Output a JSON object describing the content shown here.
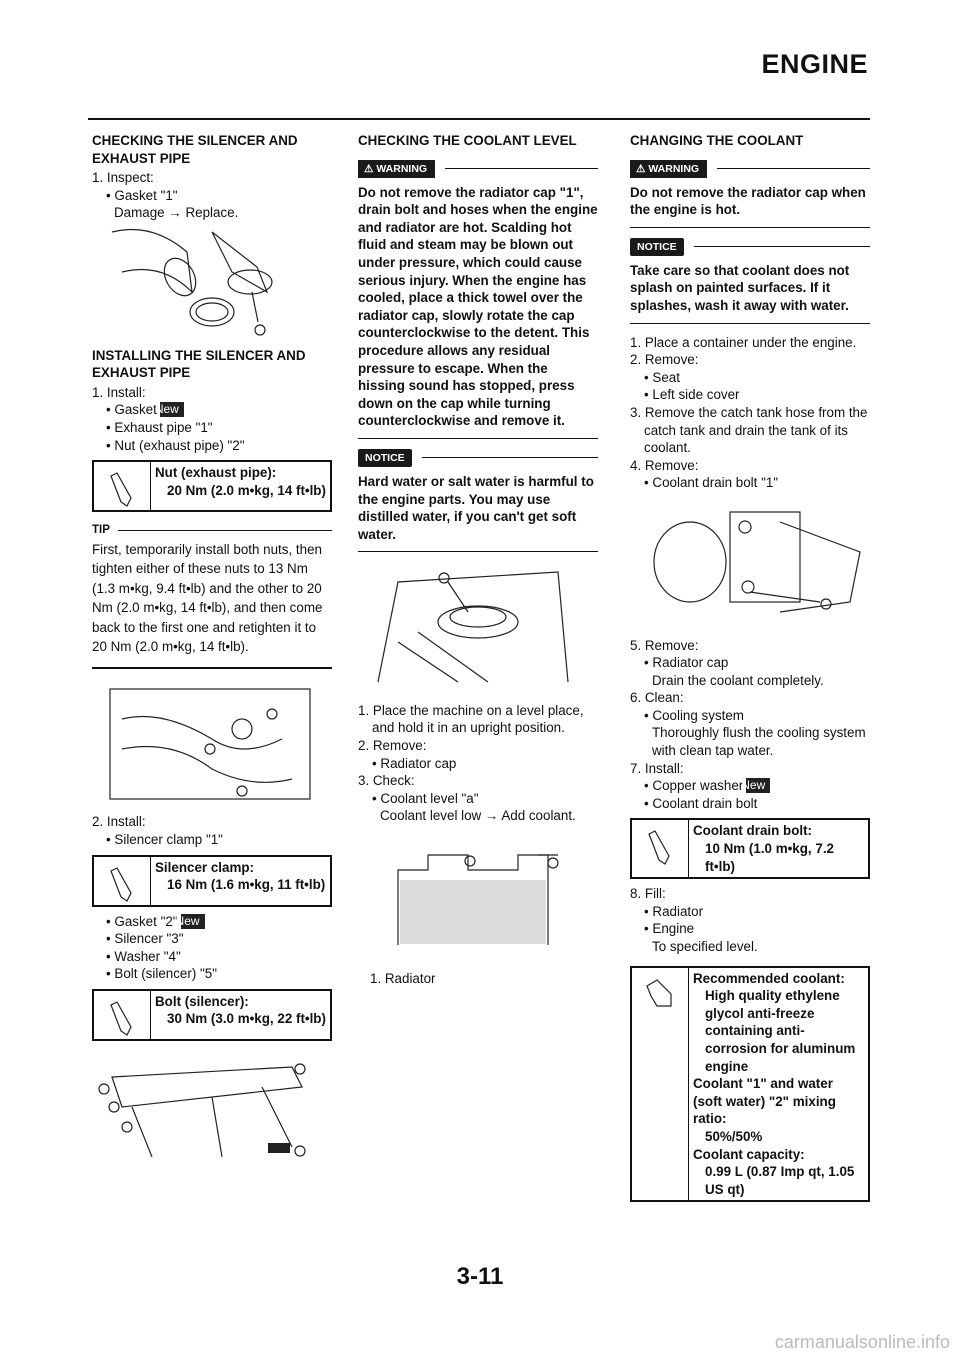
{
  "header": {
    "title": "ENGINE"
  },
  "col1": {
    "sec1_title": "CHECKING THE SILENCER AND EXHAUST PIPE",
    "s1_step1": "1. Inspect:",
    "s1_b1": "Gasket \"1\"",
    "s1_b1_sub": "Damage → Replace.",
    "sec2_title": "INSTALLING THE SILENCER AND EXHAUST PIPE",
    "s2_step1": "1. Install:",
    "s2_b1": "Gasket",
    "s2_b2": "Exhaust pipe \"1\"",
    "s2_b3": "Nut (exhaust pipe) \"2\"",
    "spec1_title": "Nut (exhaust pipe):",
    "spec1_value": "20 Nm (2.0 m•kg, 14 ft•lb)",
    "tip_label": "TIP",
    "tip_text": "First, temporarily install both nuts, then tighten either of these nuts to 13 Nm (1.3 m•kg, 9.4 ft•lb) and the other to 20 Nm (2.0 m•kg, 14 ft•lb), and then come back to the first one and retighten it to 20 Nm (2.0 m•kg, 14 ft•lb).",
    "s2_step2": "2. Install:",
    "s2_b4": "Silencer clamp \"1\"",
    "spec2_title": "Silencer clamp:",
    "spec2_value": "16 Nm (1.6 m•kg, 11 ft•lb)",
    "s2_b5": "Gasket \"2\"",
    "s2_b6": "Silencer \"3\"",
    "s2_b7": "Washer \"4\"",
    "s2_b8": "Bolt (silencer) \"5\"",
    "spec3_title": "Bolt (silencer):",
    "spec3_value": "30 Nm (3.0 m•kg, 22 ft•lb)"
  },
  "col2": {
    "title": "CHECKING THE COOLANT LEVEL",
    "warning_label": "WARNING",
    "warning_text": "Do not remove the radiator cap \"1\", drain bolt and hoses when the engine and radiator are hot. Scalding hot fluid and steam may be blown out under pressure, which could cause serious injury. When the engine has cooled, place a thick towel over the radiator cap, slowly rotate the cap counterclockwise to the detent. This procedure allows any residual pressure to escape. When the hissing sound has stopped, press down on the cap while turning counterclockwise and remove it.",
    "notice_label": "NOTICE",
    "notice_text": "Hard water or salt water is harmful to the engine parts. You may use distilled water, if you can't get soft water.",
    "step1": "1. Place the machine on a level place, and hold it in an upright position.",
    "step2": "2. Remove:",
    "b1": "Radiator cap",
    "step3": "3. Check:",
    "b2": "Coolant level \"a\"",
    "b2_sub": "Coolant level low → Add coolant.",
    "caption": "1. Radiator"
  },
  "col3": {
    "title": "CHANGING THE COOLANT",
    "warning_label": "WARNING",
    "warning_text": "Do not remove the radiator cap when the engine is hot.",
    "notice_label": "NOTICE",
    "notice_text": "Take care so that coolant does not splash on painted surfaces. If it splashes, wash it away with water.",
    "step1": "1. Place a container under the engine.",
    "step2": "2. Remove:",
    "b1": "Seat",
    "b2": "Left side cover",
    "step3": "3. Remove the catch tank hose from the catch tank and drain the tank of its coolant.",
    "step4": "4. Remove:",
    "b3": "Coolant drain bolt \"1\"",
    "step5": "5. Remove:",
    "b4": "Radiator cap",
    "b4_sub": "Drain the coolant completely.",
    "step6": "6. Clean:",
    "b5": "Cooling system",
    "b5_sub": "Thoroughly flush the cooling system with clean tap water.",
    "step7": "7. Install:",
    "b6": "Copper washer",
    "b7": "Coolant drain bolt",
    "spec1_title": "Coolant drain bolt:",
    "spec1_value": "10 Nm (1.0 m•kg, 7.2 ft•lb)",
    "step8": "8. Fill:",
    "b8": "Radiator",
    "b9": "Engine",
    "b9_sub": "To specified level.",
    "spec2_l1": "Recommended coolant:",
    "spec2_v1": "High quality ethylene glycol anti-freeze containing anti-corrosion for aluminum engine",
    "spec2_l2": "Coolant \"1\" and water (soft water) \"2\" mixing ratio:",
    "spec2_v2": "50%/50%",
    "spec2_l3": "Coolant capacity:",
    "spec2_v3": "0.99 L (0.87 Imp qt, 1.05 US qt)"
  },
  "badge_new": "New",
  "footer": {
    "page": "3-11"
  },
  "watermark": "carmanualsonline.info"
}
